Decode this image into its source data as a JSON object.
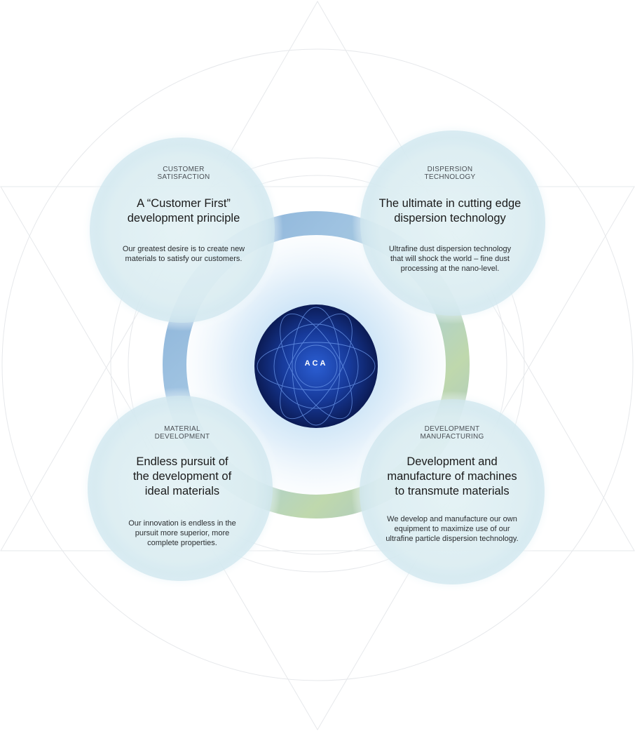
{
  "center": {
    "label": "ACA"
  },
  "nodes": [
    {
      "id": "customer-satisfaction",
      "category": [
        "CUSTOMER",
        "SATISFACTION"
      ],
      "heading": [
        "A “Customer First”",
        "development principle"
      ],
      "description": [
        "Our greatest desire is to create new",
        "materials to satisfy our customers."
      ]
    },
    {
      "id": "dispersion-technology",
      "category": [
        "DISPERSION",
        "TECHNOLOGY"
      ],
      "heading": [
        "The ultimate in cutting edge",
        "dispersion technology"
      ],
      "description": [
        "Ultrafine dust dispersion technology",
        "that will shock the world – fine dust",
        "processing at the nano-level."
      ]
    },
    {
      "id": "material-development",
      "category": [
        "MATERIAL",
        "DEVELOPMENT"
      ],
      "heading": [
        "Endless pursuit of",
        "the development of",
        "ideal materials"
      ],
      "description": [
        "Our innovation is endless in the",
        "pursuit more superior, more",
        "complete properties."
      ]
    },
    {
      "id": "development-manufacturing",
      "category": [
        "DEVELOPMENT",
        "MANUFACTURING"
      ],
      "heading": [
        "Development and",
        "manufacture of machines",
        "to transmute materials"
      ],
      "description": [
        "We develop and manufacture our own",
        "equipment to maximize use of our",
        "ultrafine particle dispersion technology."
      ]
    }
  ],
  "colors": {
    "bubble": "#e3f1f4",
    "ring_blue": "#7aa7cf",
    "ring_green": "#a9c98c",
    "core_dark": "#0e1f5c",
    "core_mid": "#1c3f9e",
    "line": "#e4e7ea"
  }
}
